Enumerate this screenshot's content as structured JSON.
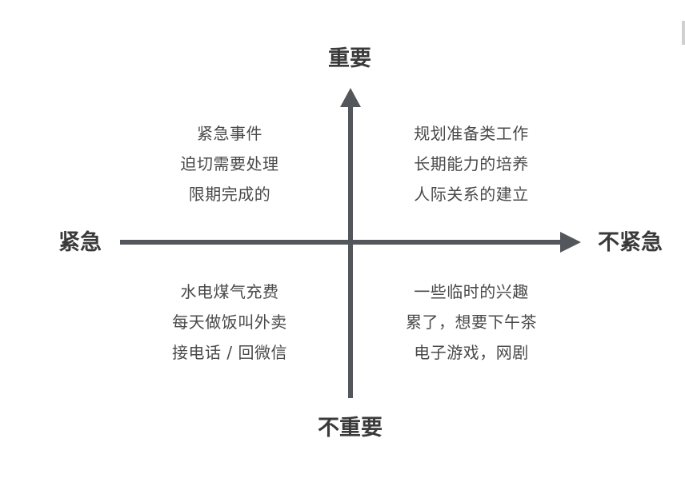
{
  "axes": {
    "top": "重要",
    "bottom": "不重要",
    "left": "紧急",
    "right": "不紧急"
  },
  "quadrants": {
    "top_left": {
      "lines": [
        "紧急事件",
        "迫切需要处理",
        "限期完成的"
      ]
    },
    "top_right": {
      "lines": [
        "规划准备类工作",
        "长期能力的培养",
        "人际关系的建立"
      ]
    },
    "bottom_left": {
      "lines": [
        "水电煤气充费",
        "每天做饭叫外卖",
        "接电话 / 回微信"
      ]
    },
    "bottom_right": {
      "lines": [
        "一些临时的兴趣",
        "累了，想要下午茶",
        "电子游戏，网剧"
      ]
    }
  },
  "colors": {
    "axis": "#53565a",
    "label": "#3a3a3a",
    "text": "#4a4a4a",
    "background": "#ffffff"
  }
}
